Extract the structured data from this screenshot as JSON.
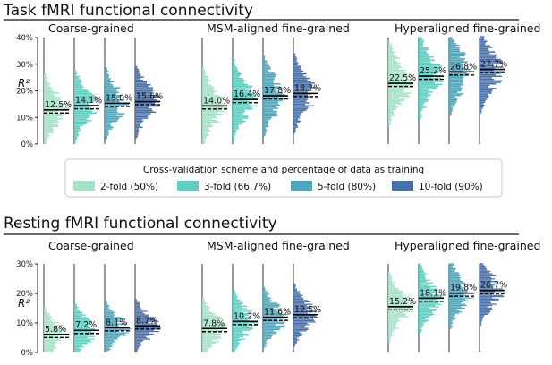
{
  "chart_data": [
    {
      "type": "histogram",
      "title": "Task fMRI functional connectivity",
      "ylabel": "R²",
      "ylim": [
        0,
        40
      ],
      "yticks": [
        "0%",
        "10%",
        "20%",
        "30%",
        "40%"
      ],
      "yticks_values": [
        0,
        10,
        20,
        30,
        40
      ],
      "groups": [
        {
          "name": "Coarse-grained",
          "labels": [
            "12.5%",
            "14.1%",
            "15.0%",
            "15.6%"
          ],
          "means": [
            12.5,
            14.1,
            15.0,
            15.6
          ]
        },
        {
          "name": "MSM-aligned fine-grained",
          "labels": [
            "14.0%",
            "16.4%",
            "17.8%",
            "18.7%"
          ],
          "means": [
            14.0,
            16.4,
            17.8,
            18.7
          ]
        },
        {
          "name": "Hyperaligned fine-grained",
          "labels": [
            "22.5%",
            "25.2%",
            "26.8%",
            "27.7%"
          ],
          "means": [
            22.5,
            25.2,
            26.8,
            27.7
          ]
        }
      ]
    },
    {
      "type": "histogram",
      "title": "Resting fMRI functional connectivity",
      "ylabel": "R²",
      "ylim": [
        0,
        30
      ],
      "yticks": [
        "0%",
        "10%",
        "20%",
        "30%"
      ],
      "yticks_values": [
        0,
        10,
        20,
        30
      ],
      "groups": [
        {
          "name": "Coarse-grained",
          "labels": [
            "5.8%",
            "7.2%",
            "8.1%",
            "8.7%"
          ],
          "means": [
            5.8,
            7.2,
            8.1,
            8.7
          ]
        },
        {
          "name": "MSM-aligned fine-grained",
          "labels": [
            "7.8%",
            "10.2%",
            "11.6%",
            "12.5%"
          ],
          "means": [
            7.8,
            10.2,
            11.6,
            12.5
          ]
        },
        {
          "name": "Hyperaligned fine-grained",
          "labels": [
            "15.2%",
            "18.1%",
            "19.8%",
            "20.7%"
          ],
          "means": [
            15.2,
            18.1,
            19.8,
            20.7
          ]
        }
      ]
    }
  ],
  "legend": {
    "title": "Cross-validation scheme and percentage of data as training",
    "items": [
      {
        "label": "2-fold (50%)",
        "color": "#a6e3c6"
      },
      {
        "label": "3-fold (66.7%)",
        "color": "#5fcfc0"
      },
      {
        "label": "5-fold (80%)",
        "color": "#4fa6bb"
      },
      {
        "label": "10-fold (90%)",
        "color": "#4a70a8"
      }
    ]
  }
}
